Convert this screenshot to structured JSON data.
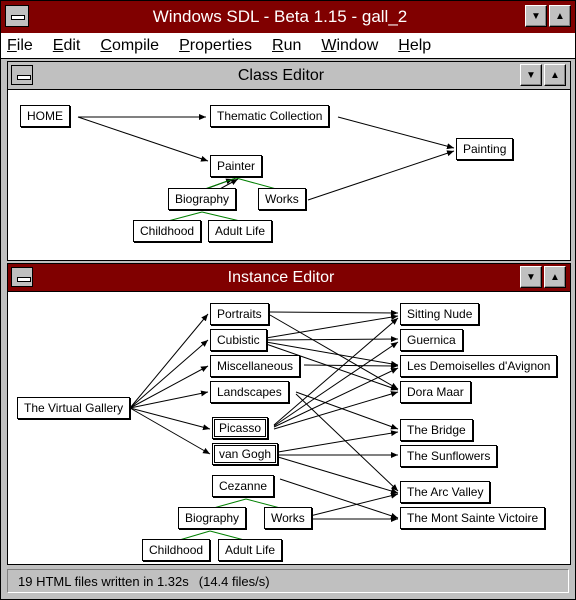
{
  "app": {
    "title": "Windows SDL - Beta 1.15 - gall_2"
  },
  "menu": [
    "File",
    "Edit",
    "Compile",
    "Properties",
    "Run",
    "Window",
    "Help"
  ],
  "class_editor": {
    "title": "Class Editor",
    "nodes": [
      "HOME",
      "Thematic Collection",
      "Painting",
      "Painter",
      "Biography",
      "Works",
      "Childhood",
      "Adult Life"
    ]
  },
  "instance_editor": {
    "title": "Instance Editor",
    "nodes": [
      "The Virtual Gallery",
      "Portraits",
      "Cubistic",
      "Miscellaneous",
      "Landscapes",
      "Picasso",
      "van Gogh",
      "Cezanne",
      "Biography",
      "Works",
      "Childhood",
      "Adult Life",
      "Sitting Nude",
      "Guernica",
      "Les Demoiselles d'Avignon",
      "Dora Maar",
      "The Bridge",
      "The Sunflowers",
      "The Arc Valley",
      "The Mont Sainte Victoire"
    ]
  },
  "status": {
    "files": "19 HTML files written in 1.32s",
    "rate": "(14.4 files/s)"
  },
  "colors": {
    "active_title": "#800000",
    "inactive_title": "#c0c0c0",
    "tree_edge": "#008000"
  },
  "icons": {
    "minimize": "down-triangle-icon",
    "maximize": "up-triangle-icon",
    "system": "system-menu-icon"
  }
}
